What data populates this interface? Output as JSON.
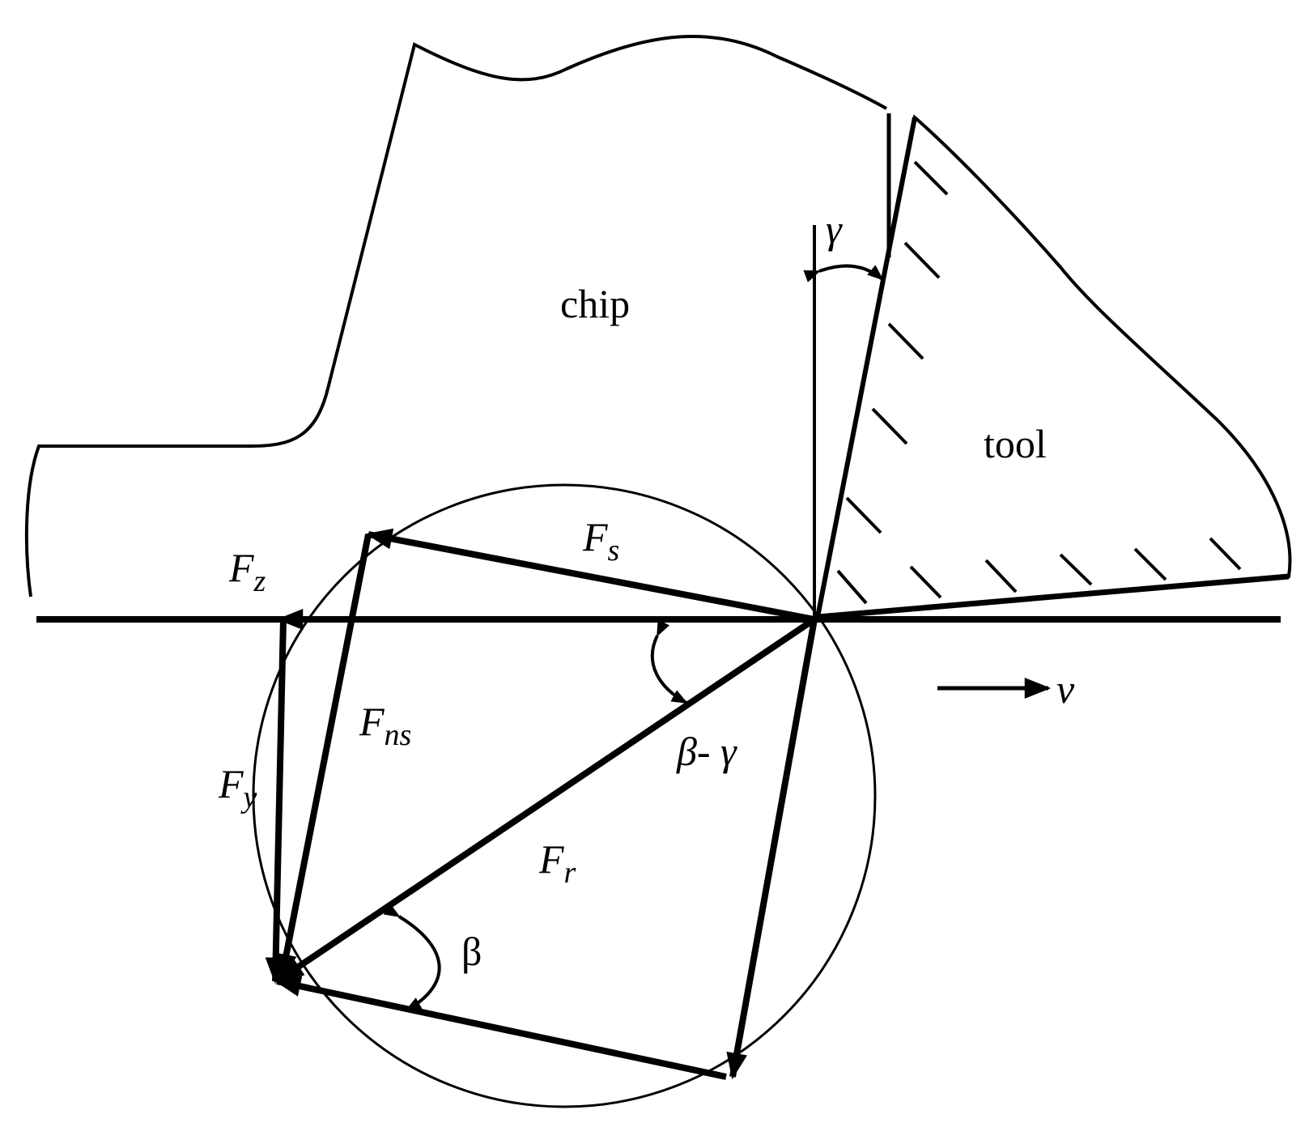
{
  "labels": {
    "chip": "chip",
    "tool": "tool",
    "gamma": "γ",
    "velocity": "v",
    "f_s": {
      "base": "F",
      "sub": "s"
    },
    "f_z": {
      "base": "F",
      "sub": "z"
    },
    "f_ns": {
      "base": "F",
      "sub": "ns"
    },
    "f_y": {
      "base": "F",
      "sub": "y"
    },
    "f_r": {
      "base": "F",
      "sub": "r"
    },
    "beta_minus_gamma": "β- γ",
    "beta": "β"
  },
  "colors": {
    "ink": "#000000",
    "background": "#ffffff"
  }
}
